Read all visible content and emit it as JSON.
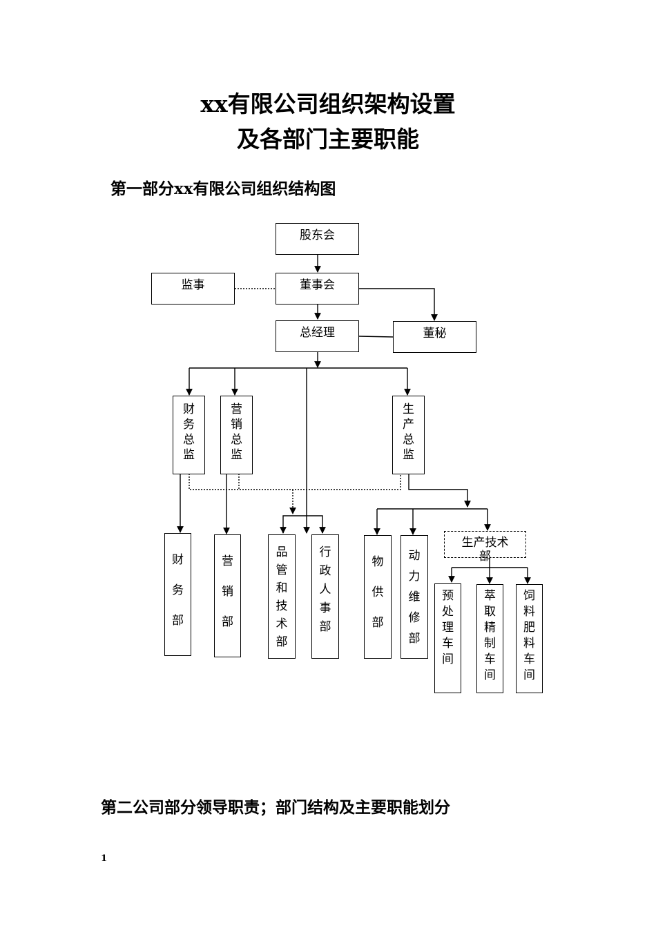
{
  "title": {
    "line1": "xx有限公司组织架构设置",
    "line2": "及各部门主要职能"
  },
  "section1_heading": "第一部分xx有限公司组织结构图",
  "section2_heading": "第二公司部分领导职责；部门结构及主要职能划分",
  "page_number": "1",
  "org_chart": {
    "shareholders": "股东会",
    "supervisor": "监事",
    "board": "董事会",
    "general_manager": "总经理",
    "board_secretary": "董秘",
    "cfo": "财务总监",
    "cmo": "营销总监",
    "coo": "生产总监",
    "finance_dept": "财务部",
    "marketing_dept": "营销部",
    "quality_tech_dept": "品管和技术部",
    "admin_hr_dept": "行政人事部",
    "supply_dept": "物供部",
    "power_maint_dept": "动力维修部",
    "prod_tech_dept": "生产技术部",
    "pretreat_workshop": "预处理车间",
    "extract_workshop": "萃取精制车间",
    "feed_workshop": "饲料肥料车间"
  }
}
